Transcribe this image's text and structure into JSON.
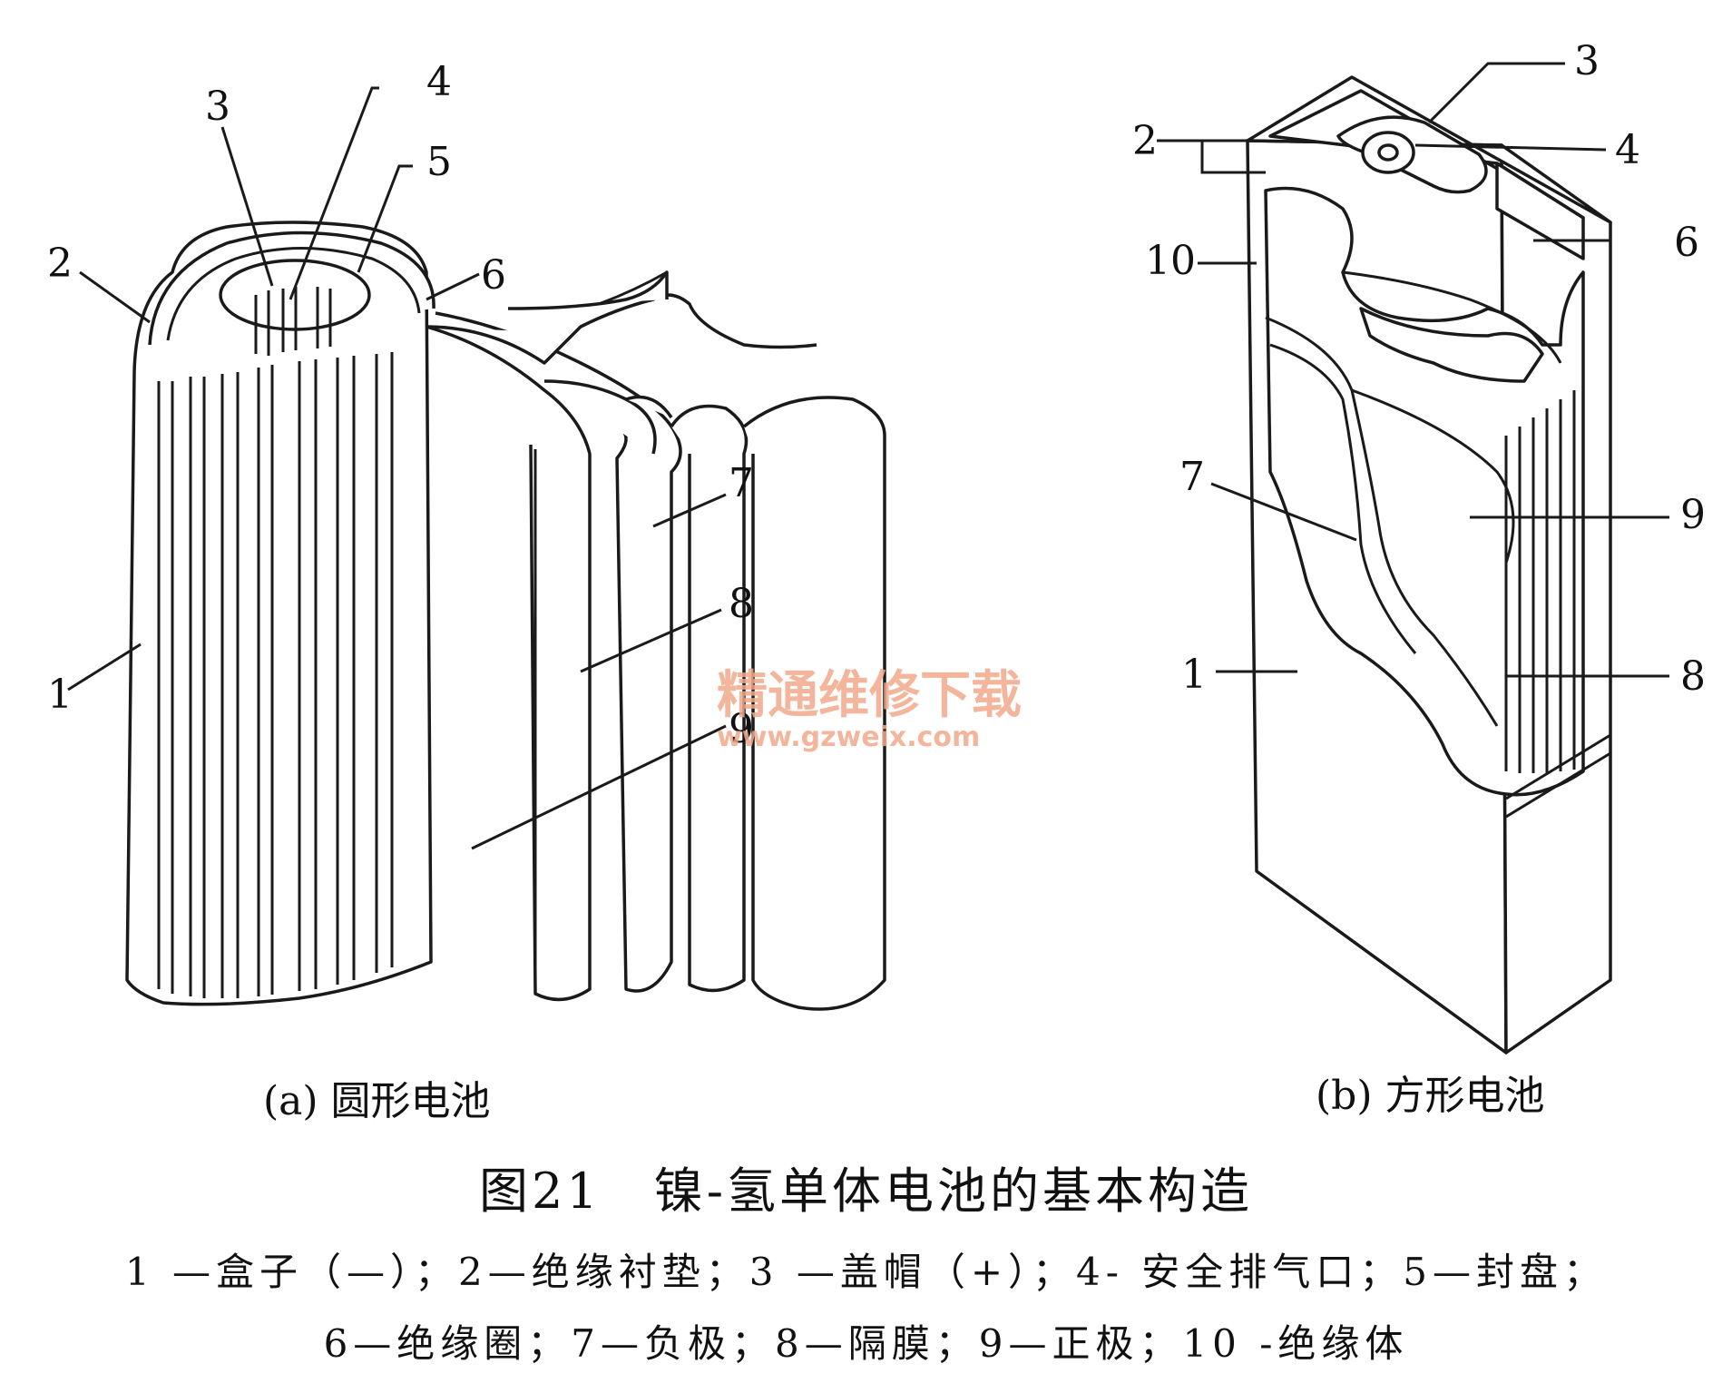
{
  "figure": {
    "panel_a": {
      "subcaption": "(a) 圆形电池",
      "labels": {
        "l1": "1",
        "l2": "2",
        "l3": "3",
        "l4": "4",
        "l5": "5",
        "l6": "6",
        "l7": "7",
        "l8": "8",
        "l9": "9"
      }
    },
    "panel_b": {
      "subcaption": "(b) 方形电池",
      "labels": {
        "l1": "1",
        "l2": "2",
        "l3": "3",
        "l4": "4",
        "l6": "6",
        "l7": "7",
        "l8": "8",
        "l9": "9",
        "l10": "10"
      }
    },
    "watermark": {
      "brand": "精通维修下载",
      "url": "www.gzweix.com"
    }
  },
  "caption": {
    "title": "图21　镍-氢单体电池的基本构造",
    "legend_line1": "1 —盒子（—）；2—绝缘衬垫；3 —盖帽（+）；4- 安全排气口；5—封盘；",
    "legend_line2": "6—绝缘圈；7—负极；8—隔膜；9—正极；10 -绝缘体"
  }
}
